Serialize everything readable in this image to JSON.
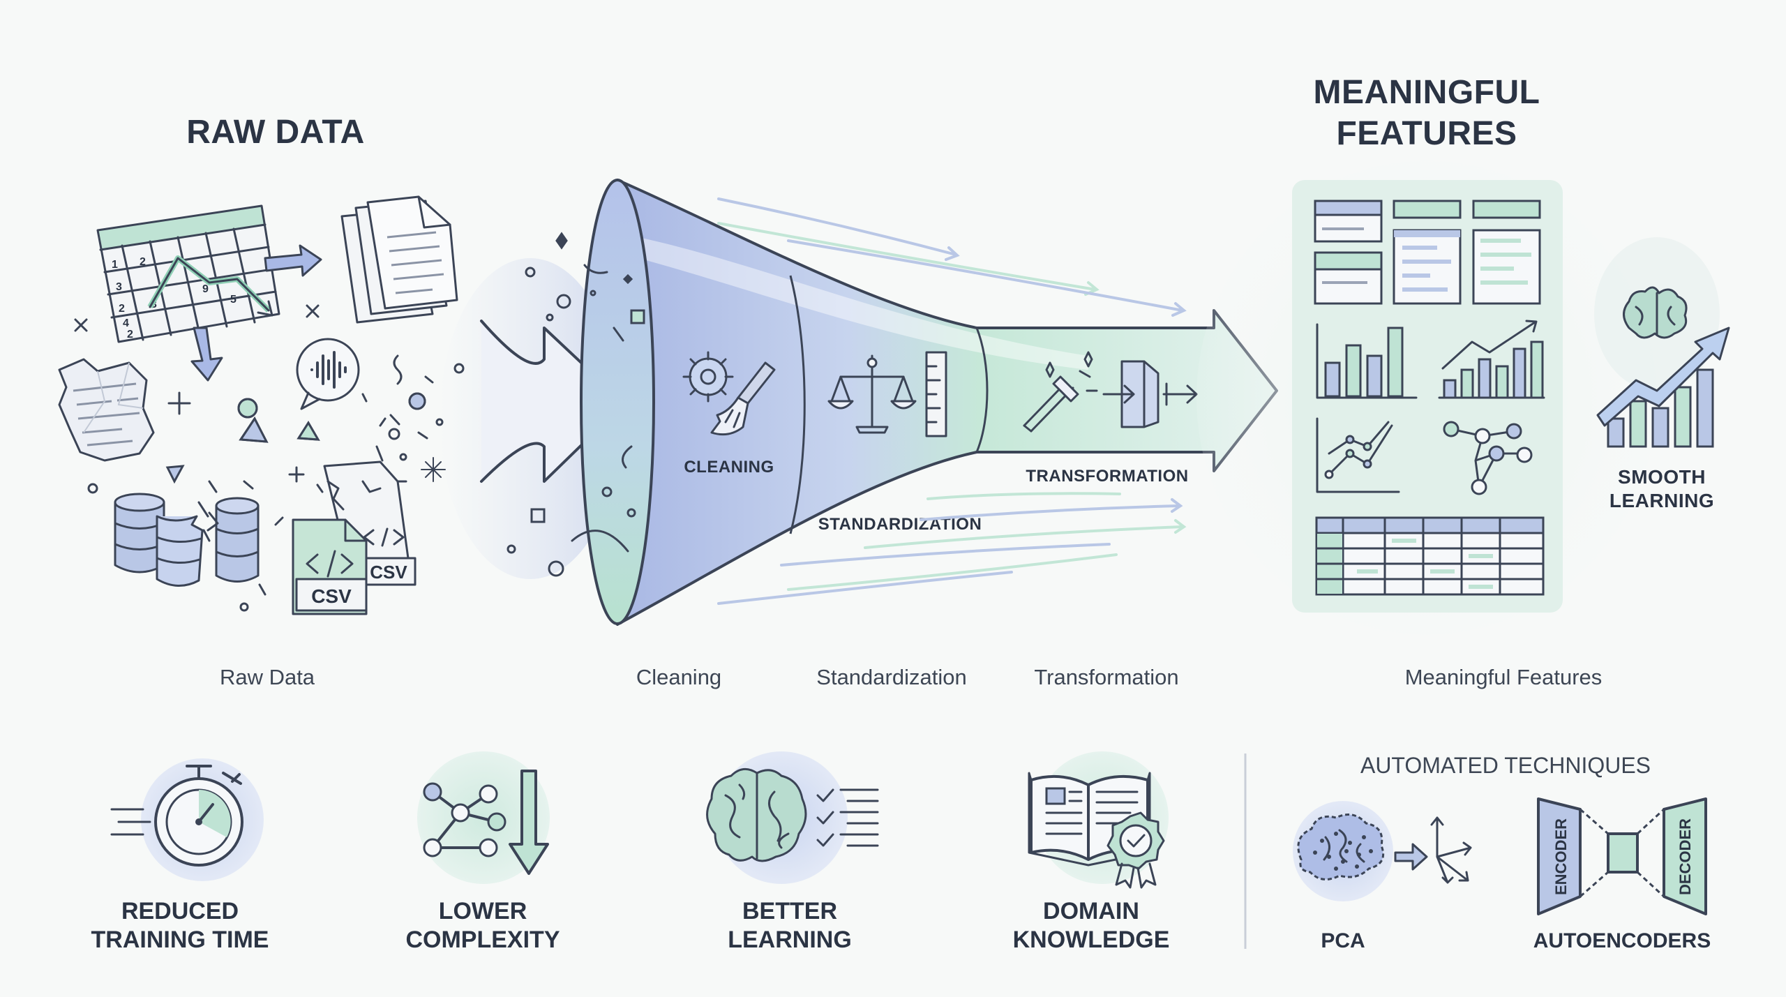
{
  "headings": {
    "raw_data": "RAW DATA",
    "meaningful_line1": "MEANINGFUL",
    "meaningful_line2": "FEATURES"
  },
  "raw_icons": {
    "csv_front": "CSV",
    "csv_back": "CSV",
    "grid_numbers": [
      "1",
      "2",
      "3",
      "2",
      "3",
      "9",
      "4",
      "5",
      "2"
    ]
  },
  "funnel_labels": {
    "cleaning": "CLEANING",
    "standardization": "STANDARDIZATION",
    "transformation": "TRANSFORMATION"
  },
  "smooth_learning": [
    "SMOOTH",
    "LEARNING"
  ],
  "captions": {
    "raw_data": "Raw Data",
    "cleaning": "Cleaning",
    "standardization": "Standardization",
    "transformation": "Transformation",
    "meaningful_features": "Meaningful Features"
  },
  "benefits": [
    {
      "line1": "REDUCED",
      "line2": "TRAINING TIME",
      "icon": "stopwatch-icon"
    },
    {
      "line1": "LOWER",
      "line2": "COMPLEXITY",
      "icon": "network-down-icon"
    },
    {
      "line1": "BETTER",
      "line2": "LEARNING",
      "icon": "brain-checklist-icon"
    },
    {
      "line1": "DOMAIN",
      "line2": "KNOWLEDGE",
      "icon": "book-badge-icon"
    }
  ],
  "automated": {
    "heading": "AUTOMATED TECHNIQUES",
    "pca": "PCA",
    "autoencoders": "AUTOENCODERS",
    "encoder": "ENCODER",
    "decoder": "DECODER"
  },
  "colors": {
    "ink": "#2b3444",
    "blue": "#b9c7e6",
    "green": "#bfe3d4",
    "panel": "#e3f1ec"
  }
}
